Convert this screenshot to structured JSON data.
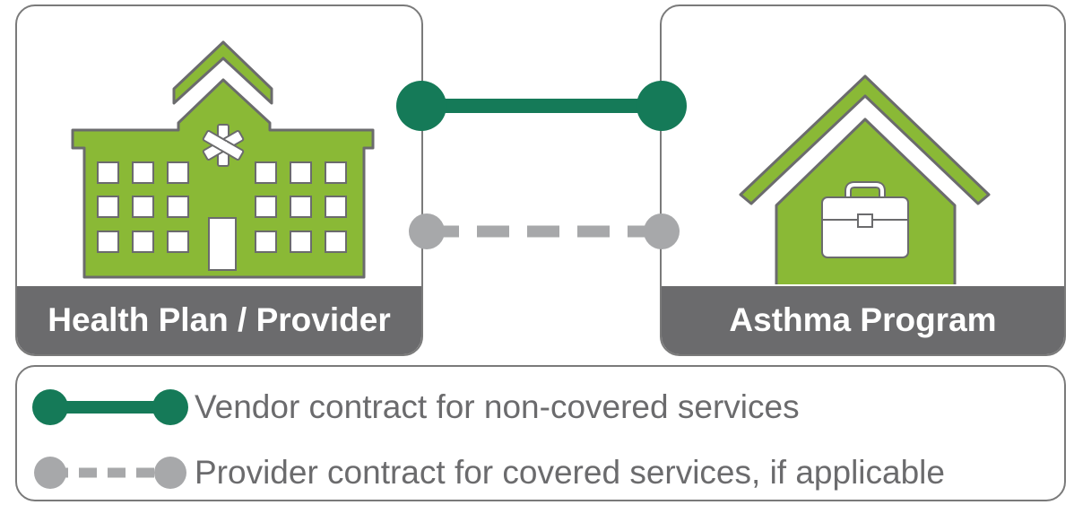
{
  "panels": {
    "left": {
      "label": "Health Plan / Provider",
      "icon": "hospital-icon"
    },
    "right": {
      "label": "Asthma Program",
      "icon": "house-with-briefcase-icon"
    }
  },
  "connections": [
    {
      "kind": "vendor",
      "style": "solid",
      "color": "#157a58"
    },
    {
      "kind": "provider",
      "style": "dashed",
      "color": "#a7a8aa"
    }
  ],
  "legend": {
    "vendor": "Vendor contract for non-covered services",
    "provider": "Provider contract for covered services, if applicable"
  },
  "colors": {
    "green_fill": "#8ab936",
    "dark_green": "#157a58",
    "gray_line": "#a7a8aa",
    "label_bg": "#6b6b6d",
    "outline": "#6b6b6d"
  }
}
